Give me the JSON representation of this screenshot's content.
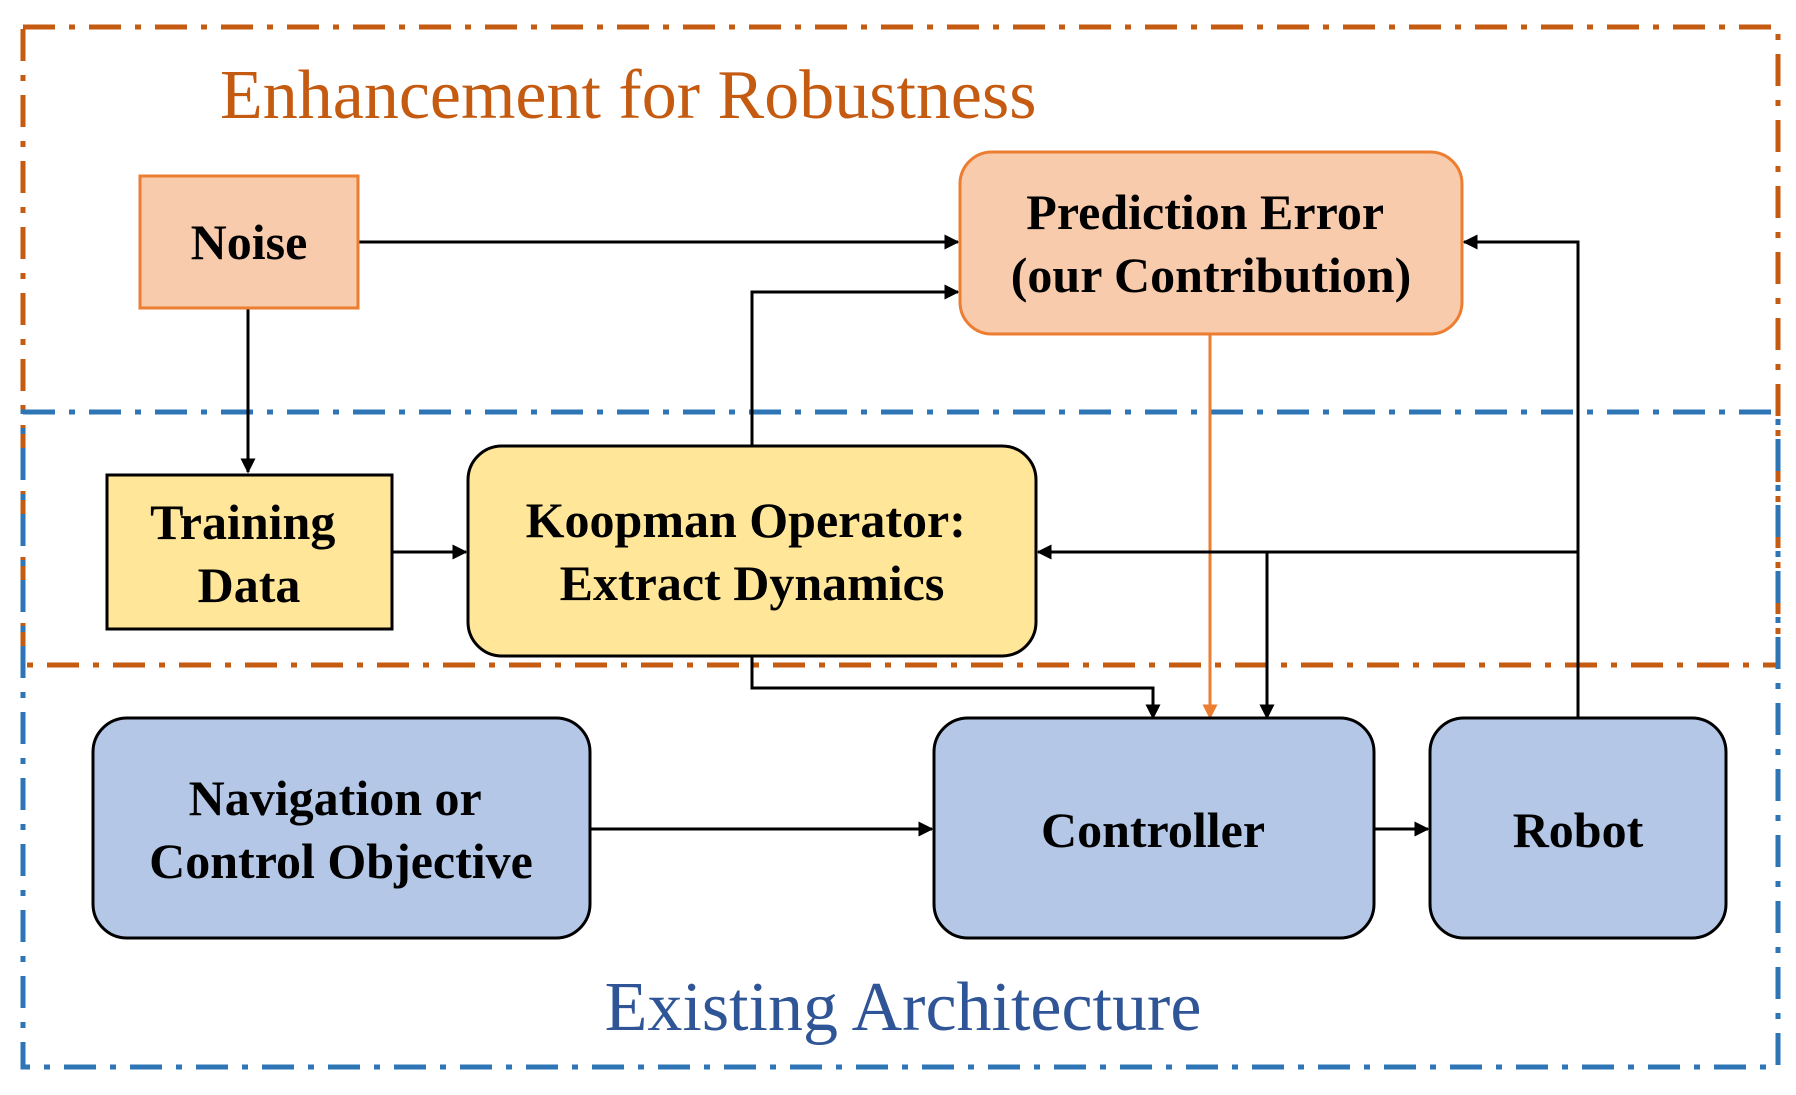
{
  "colors": {
    "robustness_border": "#C55A11",
    "robustness_title": "#C55A11",
    "architecture_border": "#2E75B6",
    "architecture_title": "#2F5597",
    "noise_fill": "#F8CBAD",
    "noise_border": "#ED7D31",
    "prediction_fill": "#F8CBAD",
    "prediction_border": "#ED7D31",
    "training_fill": "#FFE699",
    "training_border": "#000000",
    "koopman_fill": "#FFE699",
    "koopman_border": "#000000",
    "blue_fill": "#B4C7E7",
    "blue_border": "#000000",
    "arrow": "#000000",
    "accent_arrow": "#ED7D31"
  },
  "regions": {
    "robustness": {
      "title": "Enhancement for Robustness"
    },
    "architecture": {
      "title": "Existing Architecture"
    }
  },
  "nodes": {
    "noise": {
      "lines": [
        "Noise"
      ]
    },
    "prediction_error": {
      "lines": [
        "Prediction Error",
        "(our Contribution)"
      ]
    },
    "training_data": {
      "lines": [
        "Training",
        "Data"
      ]
    },
    "koopman": {
      "lines": [
        "Koopman Operator:",
        "Extract Dynamics"
      ]
    },
    "navigation": {
      "lines": [
        "Navigation or",
        "Control Objective"
      ]
    },
    "controller": {
      "lines": [
        "Controller"
      ]
    },
    "robot": {
      "lines": [
        "Robot"
      ]
    }
  }
}
